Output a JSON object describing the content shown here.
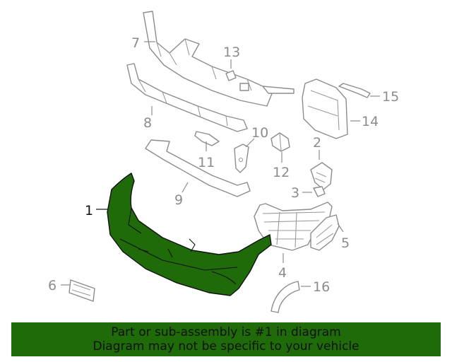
{
  "colors": {
    "highlight": "#1f6b0a",
    "banner_bg": "#1f6b0a",
    "outline": "#8c8c8c",
    "primary_label": "#111111"
  },
  "callouts": {
    "c1": "1",
    "c2": "2",
    "c3": "3",
    "c4": "4",
    "c5": "5",
    "c6": "6",
    "c7": "7",
    "c8": "8",
    "c9": "9",
    "c10": "10",
    "c11": "11",
    "c12": "12",
    "c13": "13",
    "c14": "14",
    "c15": "15",
    "c16": "16"
  },
  "highlighted_part": "1",
  "banner": {
    "line1": "Part or sub-assembly is #1 in diagram",
    "line2": "Diagram may not be specific to your vehicle"
  }
}
